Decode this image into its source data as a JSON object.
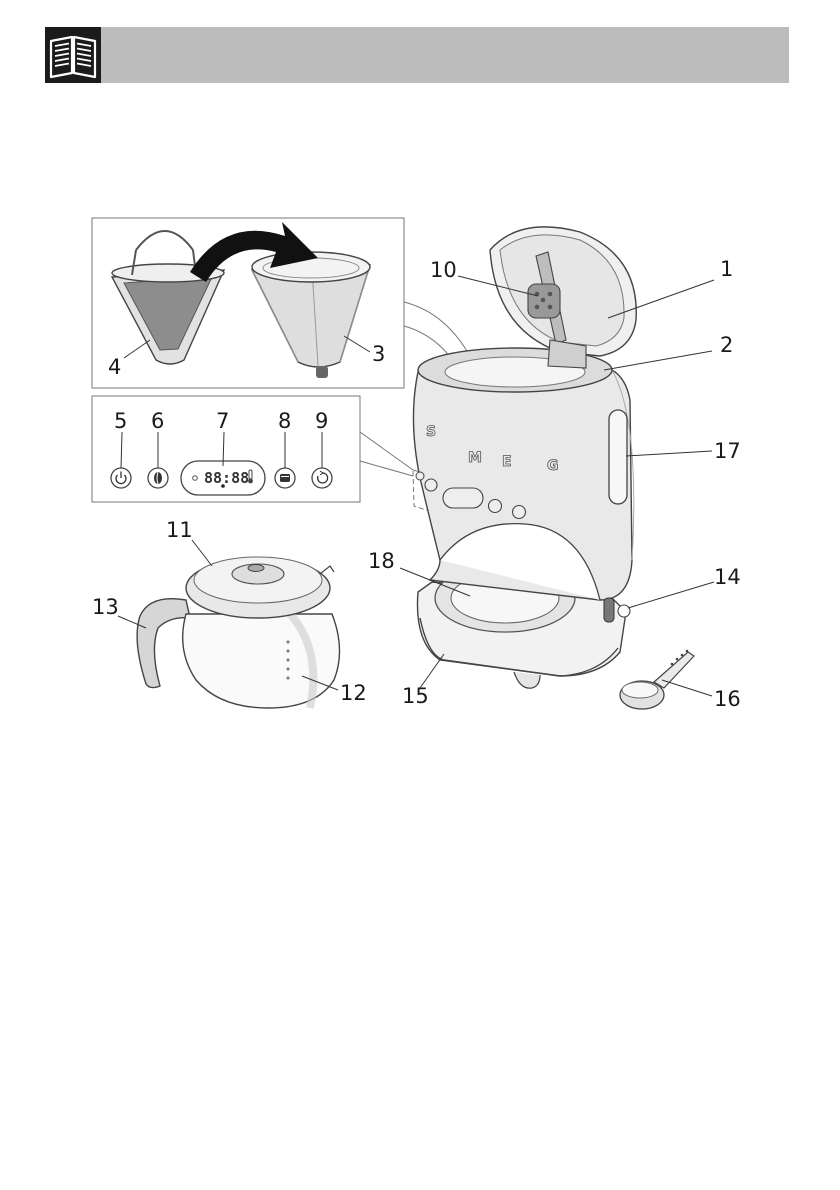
{
  "callouts": {
    "c1": "1",
    "c2": "2",
    "c3": "3",
    "c4": "4",
    "c5": "5",
    "c6": "6",
    "c7": "7",
    "c8": "8",
    "c9": "9",
    "c10": "10",
    "c11": "11",
    "c12": "12",
    "c13": "13",
    "c14": "14",
    "c15": "15",
    "c16": "16",
    "c17": "17",
    "c18": "18"
  },
  "control_panel": {
    "display": "88:88"
  },
  "machine": {
    "brand": [
      "S",
      "M",
      "E",
      "G"
    ]
  },
  "icons": {
    "header": "open-book-icon",
    "button_5": "power-icon",
    "button_6": "coffee-bean-icon",
    "button_8": "cup-icon",
    "button_9": "timer-icon",
    "display_7": "thermometer-icon"
  }
}
